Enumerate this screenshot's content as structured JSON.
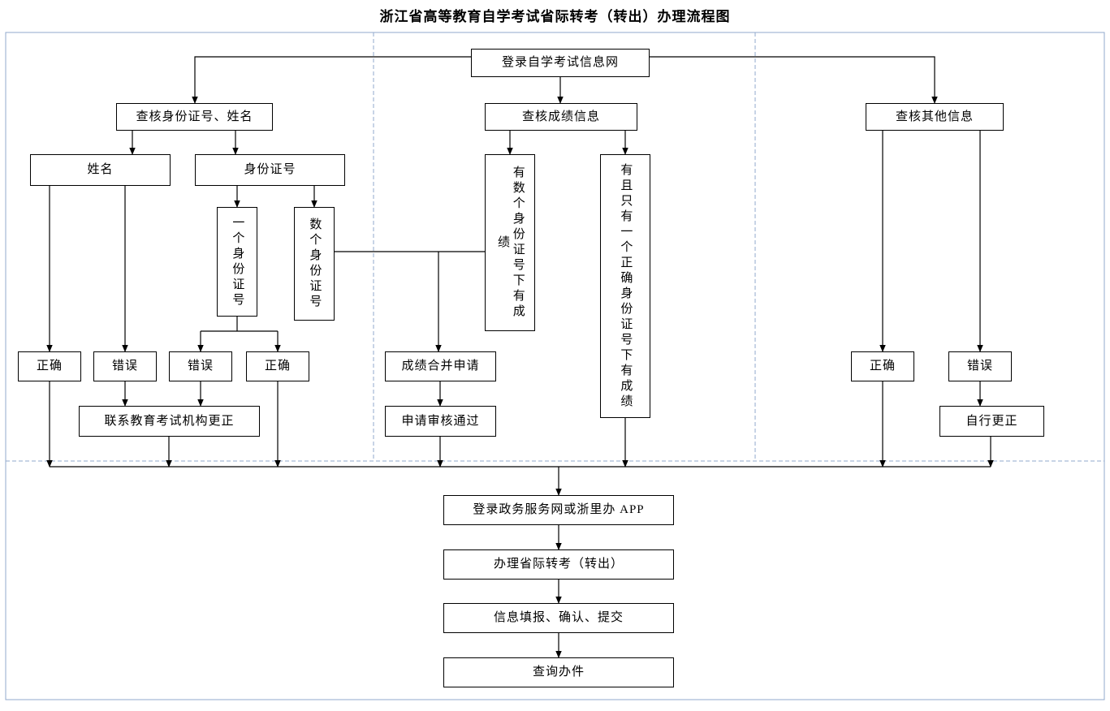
{
  "title": "浙江省高等教育自学考试省际转考（转出）办理流程图",
  "colors": {
    "frame_border": "#92a8cc",
    "node_border": "#000000",
    "connector": "#000000",
    "background": "#ffffff"
  },
  "flowchart": {
    "top": {
      "login_portal": "登录自学考试信息网"
    },
    "branch_headers": {
      "check_id_name": "查核身份证号、姓名",
      "check_scores": "查核成绩信息",
      "check_other": "查核其他信息"
    },
    "left_branch": {
      "name": "姓名",
      "id_number": "身份证号",
      "one_id": "一个身份证号",
      "multiple_ids": "数个身份证号",
      "name_correct": "正确",
      "name_wrong": "错误",
      "one_id_wrong": "错误",
      "one_id_correct": "正确",
      "contact_fix": "联系教育考试机构更正"
    },
    "middle_branch": {
      "scores_under_multiple_ids": "有数个身份证号下有成绩",
      "scores_under_single_id": "有且只有一个正确身份证号下有成绩",
      "merge_application": "成绩合并申请",
      "application_approved": "申请审核通过"
    },
    "right_branch": {
      "other_correct": "正确",
      "other_wrong": "错误",
      "self_fix": "自行更正"
    },
    "bottom_sequence": {
      "login_gov": "登录政务服务网或浙里办 APP",
      "handle_transfer": "办理省际转考（转出）",
      "fill_confirm_submit": "信息填报、确认、提交",
      "query_progress": "查询办件"
    }
  }
}
